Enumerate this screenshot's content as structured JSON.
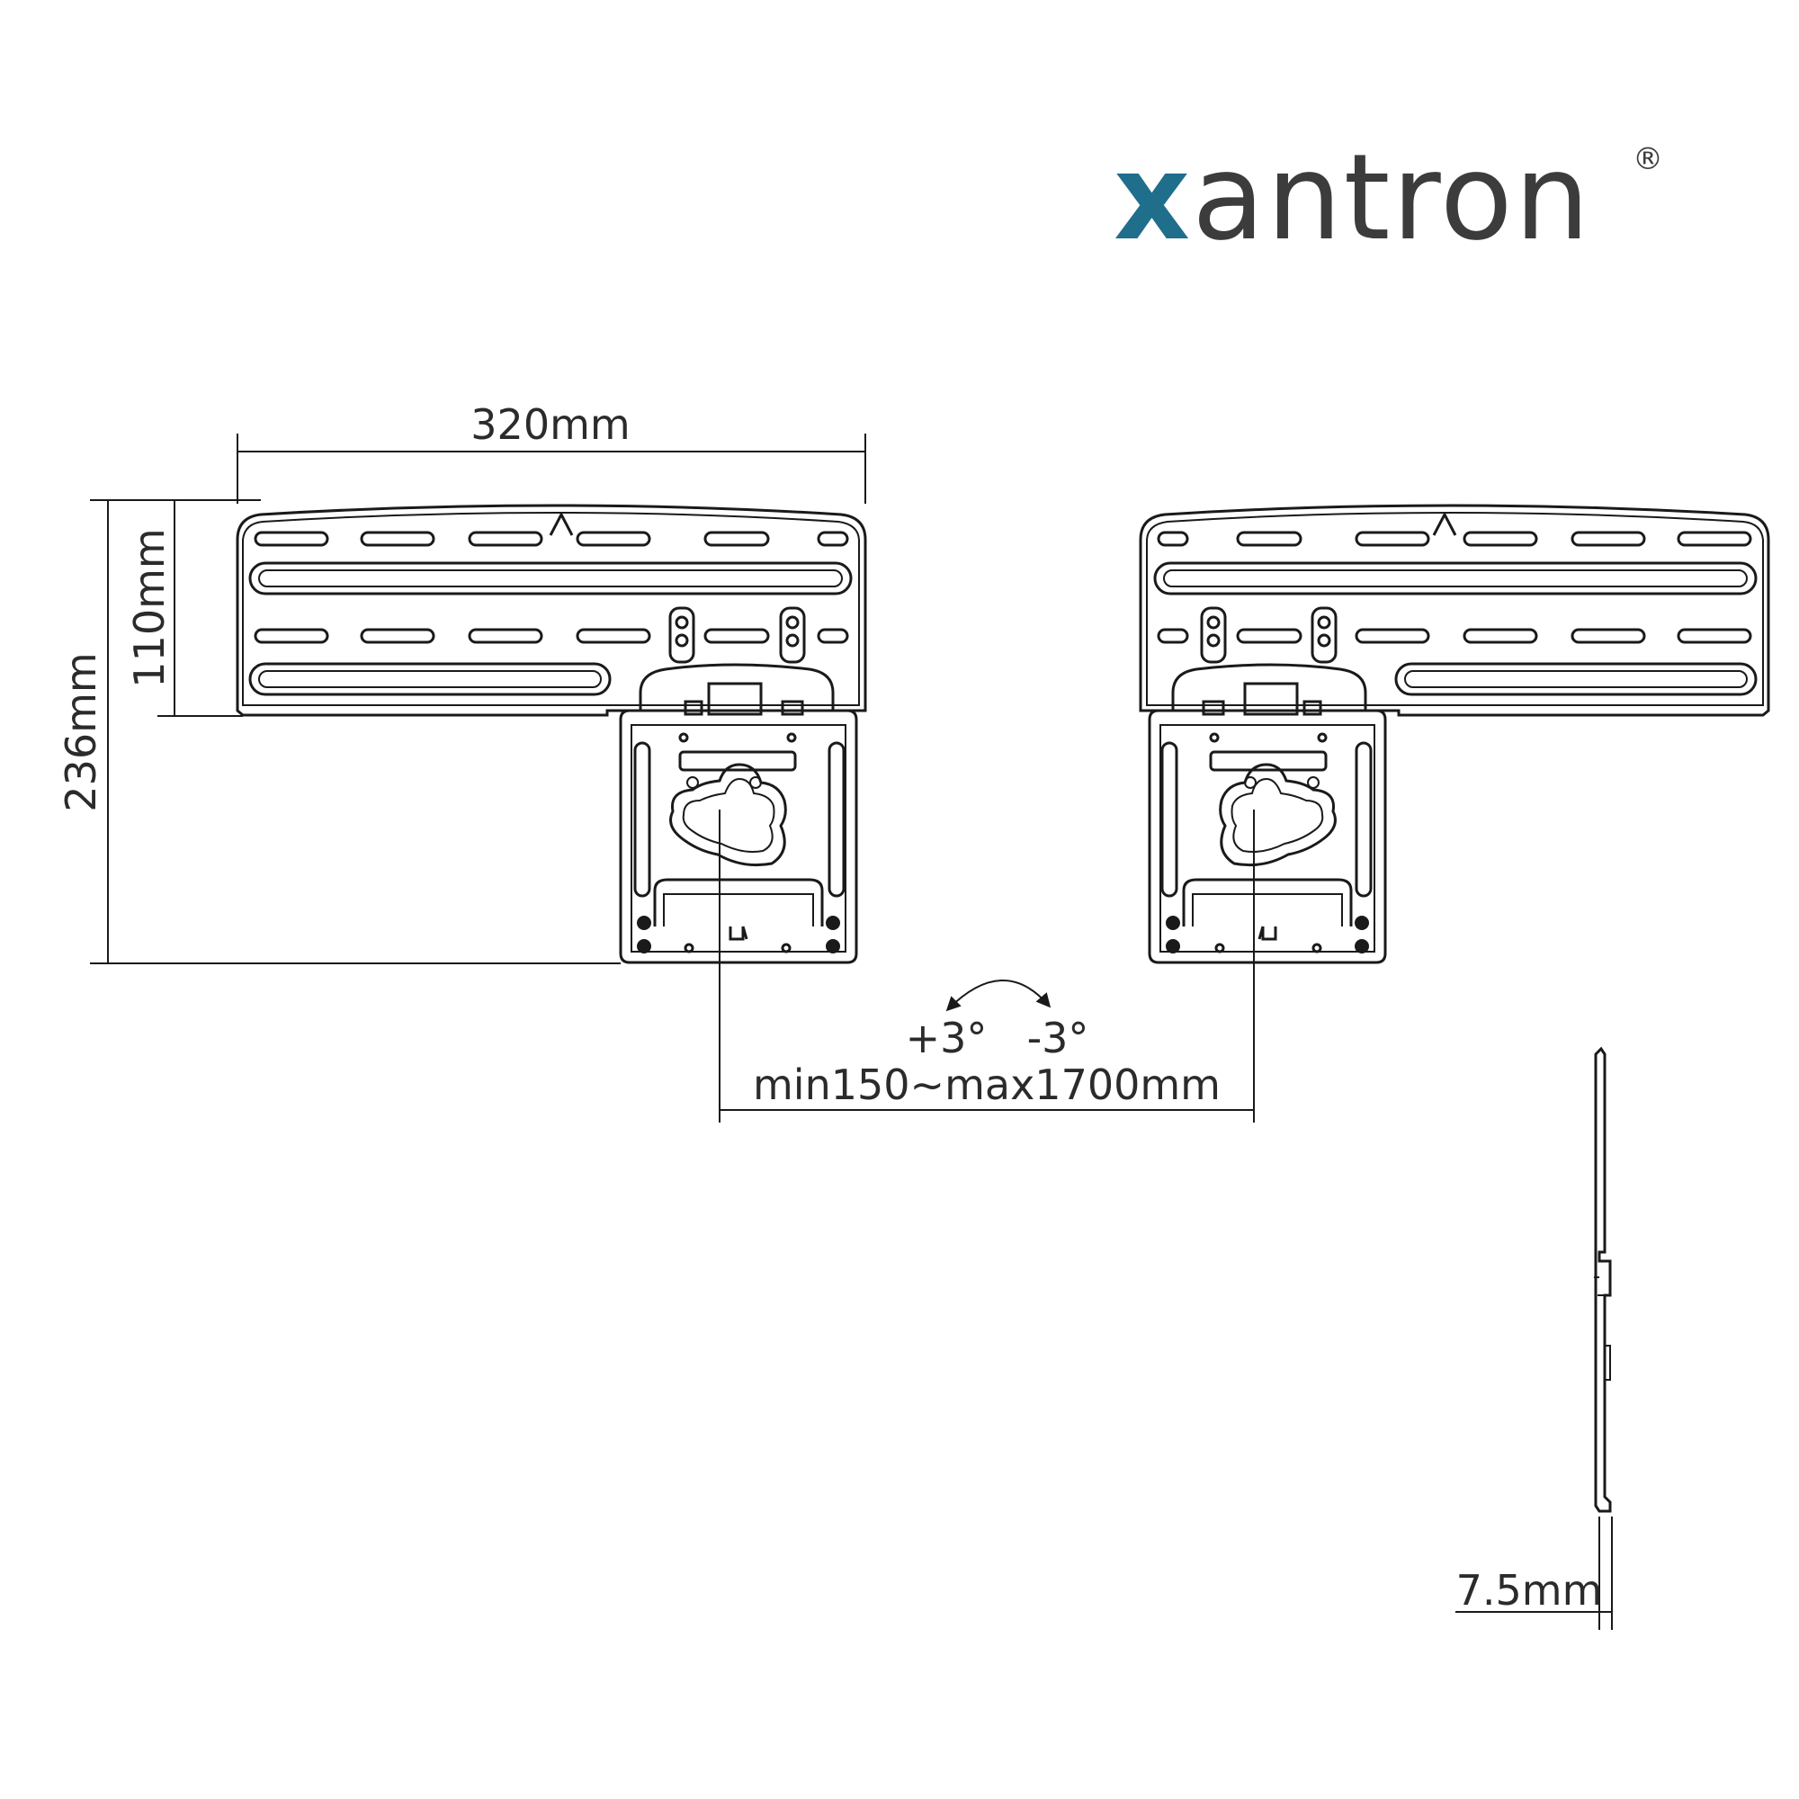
{
  "brand": {
    "name": "xantron",
    "first_letter": "x",
    "rest": "antron",
    "registered_mark": "®"
  },
  "dimensions": {
    "width": "320mm",
    "plate_height": "110mm",
    "total_height": "236mm",
    "tilt_plus": "+3°",
    "tilt_minus": "-3°",
    "spacing": "min150~max1700mm",
    "thickness": "7.5mm"
  },
  "colors": {
    "brand_accent": "#1f6e8c",
    "brand_text": "#3c3c3c",
    "line": "#1a1a1a"
  }
}
